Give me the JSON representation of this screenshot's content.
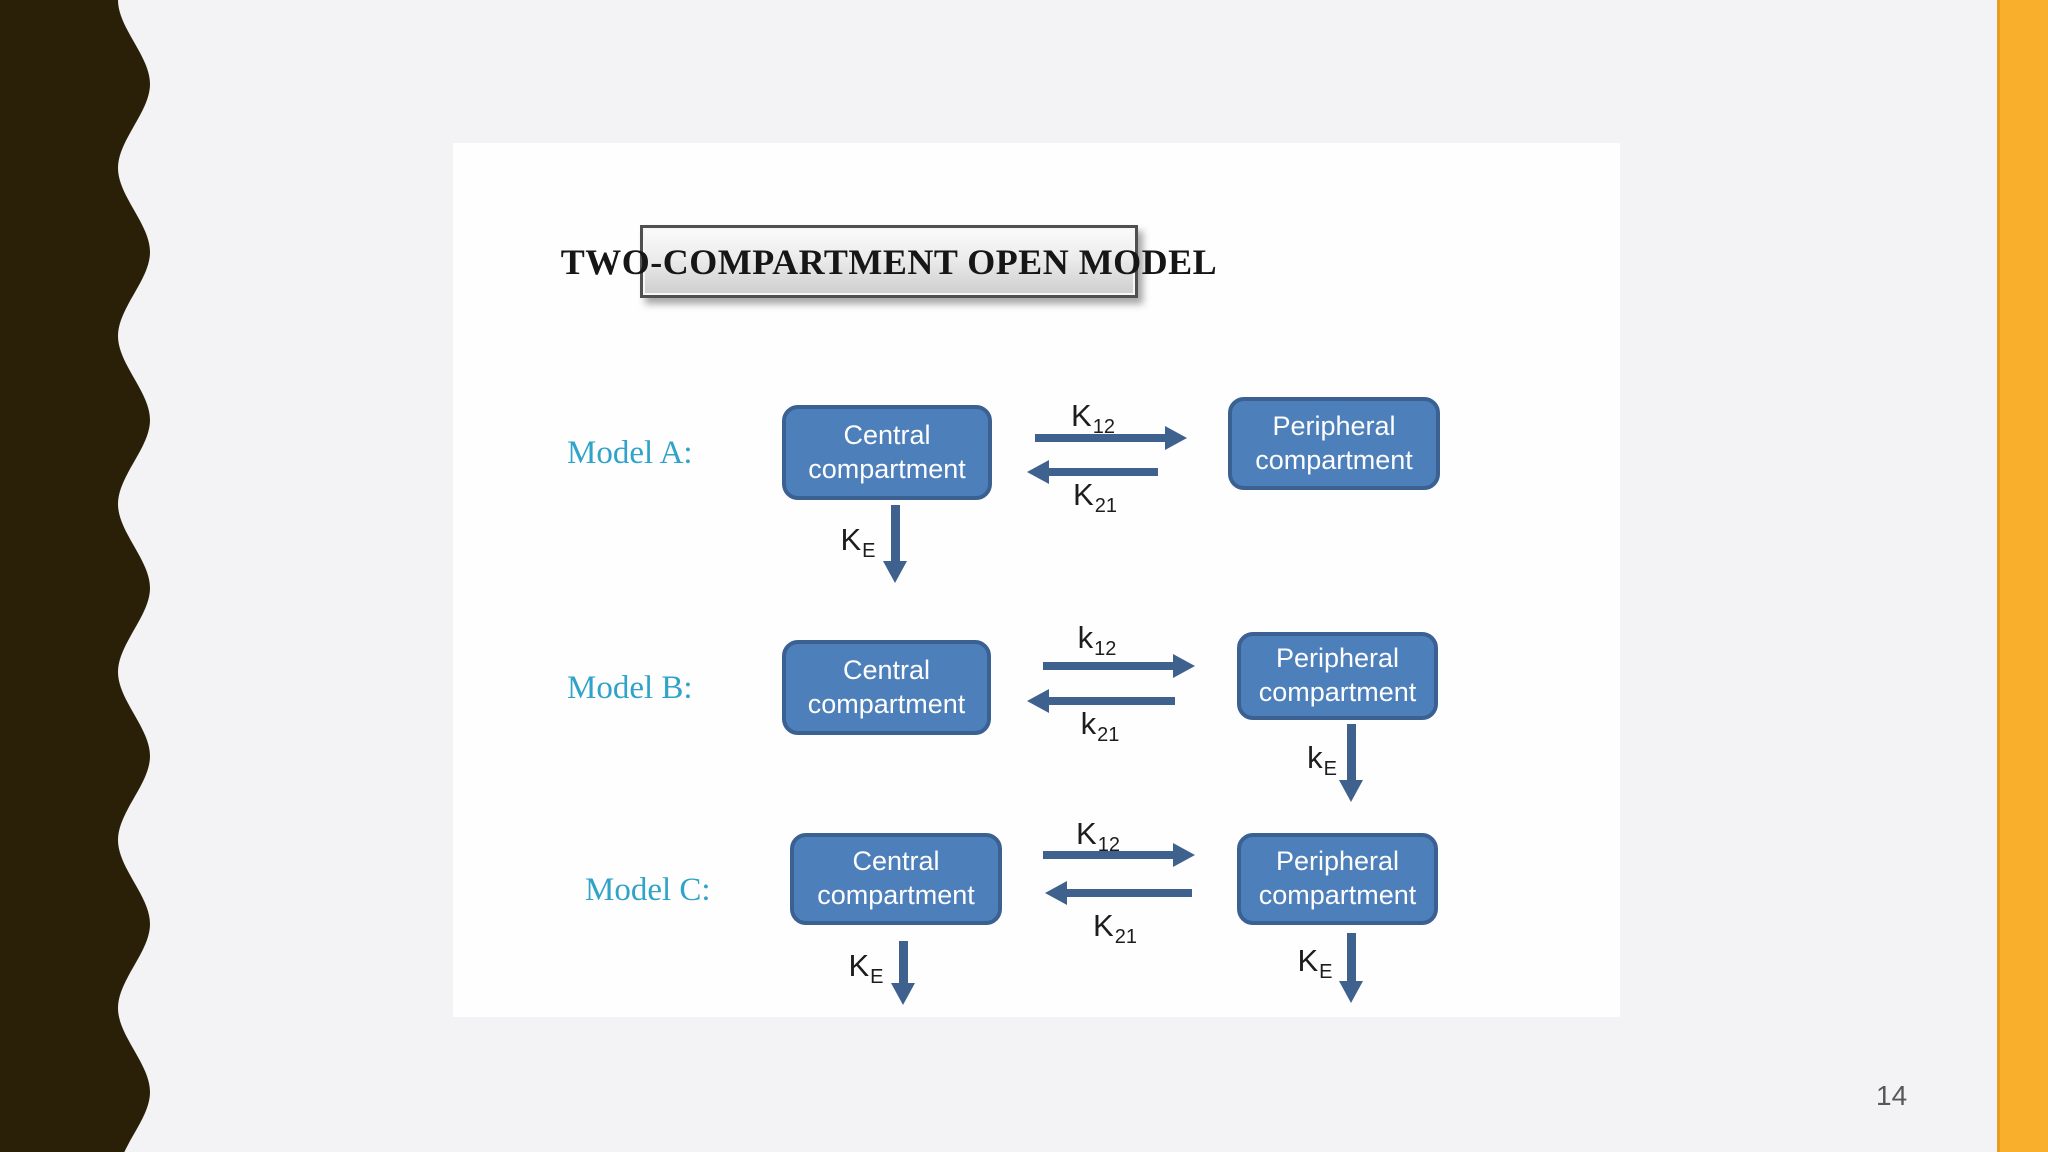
{
  "title": "TWO-COMPARTMENT OPEN MODEL",
  "page": {
    "number": "14"
  },
  "colors": {
    "box_fill": "#4d7fbb",
    "box_border": "#3a6191",
    "arrow": "#3f618e",
    "model_label": "#2fa3c8",
    "left_band": "#2a2008",
    "right_band": "#f9af2b",
    "slide_bg": "#fffeff",
    "page_bg": "#f3f2f4"
  },
  "models": [
    {
      "label": "Model A:",
      "central": "Central compartment",
      "peripheral": "Peripheral compartment",
      "k12_base": "K",
      "k12_sub": "12",
      "k21_base": "K",
      "k21_sub": "21",
      "ke_central_base": "K",
      "ke_central_sub": "E"
    },
    {
      "label": "Model B:",
      "central": "Central compartment",
      "peripheral": "Peripheral compartment",
      "k12_base": "k",
      "k12_sub": "12",
      "k21_base": "k",
      "k21_sub": "21",
      "ke_peripheral_base": "k",
      "ke_peripheral_sub": "E"
    },
    {
      "label": "Model C:",
      "central": "Central compartment",
      "peripheral": "Peripheral compartment",
      "k12_base": "K",
      "k12_sub": "12",
      "k21_base": "K",
      "k21_sub": "21",
      "ke_central_base": "K",
      "ke_central_sub": "E",
      "ke_peripheral_base": "K",
      "ke_peripheral_sub": "E"
    }
  ]
}
